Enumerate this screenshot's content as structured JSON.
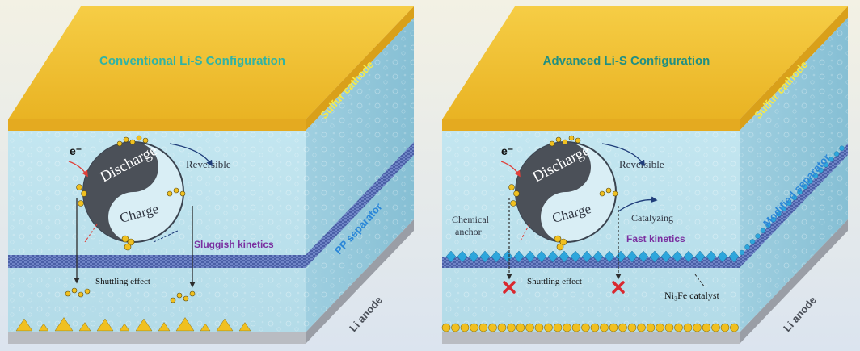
{
  "left": {
    "title": "Conventional Li-S Configuration",
    "cathode_label": "Sulfur cathode",
    "separator_label": "PP separator",
    "anode_label": "Li anode",
    "discharge_label": "Discharge",
    "charge_label": "Charge",
    "reversible_label": "Reversible",
    "kinetics_label": "Sluggish kinetics",
    "shuttling_label": "Shuttling effect",
    "electron_label": "e⁻"
  },
  "right": {
    "title": "Advanced Li-S Configuration",
    "cathode_label": "Sulfur cathode",
    "separator_label": "Modified separator",
    "anode_label": "Li anode",
    "discharge_label": "Discharge",
    "charge_label": "Charge",
    "reversible_label": "Reversible",
    "catalyzing_label": "Catalyzing",
    "anchor_label_line1": "Chemical",
    "anchor_label_line2": "anchor",
    "kinetics_label": "Fast kinetics",
    "shuttling_label": "Shuttling effect",
    "catalyst_label": "Ni₃Fe catalyst",
    "electron_label": "e⁻"
  },
  "colors": {
    "cathode": "#f2c12e",
    "electrolyte": "#bfe3ee",
    "separator": "#4d62a8",
    "catalyst": "#2ea6dc",
    "anode": "#b9bcc2",
    "title_left": "#2fb3a5",
    "title_right": "#1f8f83",
    "label_yellow": "#f5e94a",
    "label_blue": "#2a86d8",
    "kinetics": "#7a2fa0",
    "cross": "#d9282f"
  }
}
